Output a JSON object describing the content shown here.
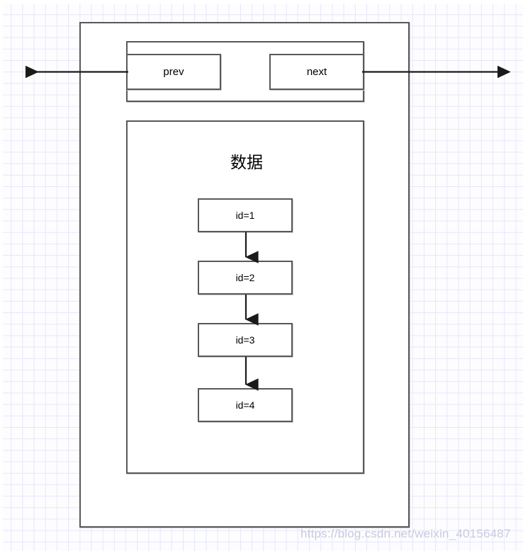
{
  "diagram": {
    "title_note": "linked-list node structure diagram",
    "outer_node": {
      "name": "node"
    },
    "pointer_strip": {
      "name": "pointer-area"
    },
    "pointers": [
      {
        "id": "prev",
        "label": "prev"
      },
      {
        "id": "next",
        "label": "next"
      }
    ],
    "data_section": {
      "label": "数据",
      "items": [
        {
          "label": "id=1"
        },
        {
          "label": "id=2"
        },
        {
          "label": "id=3"
        },
        {
          "label": "id=4"
        }
      ]
    },
    "connectors": [
      {
        "from": "prev",
        "to": "previous-node",
        "direction": "left",
        "icon": "arrow-left-icon"
      },
      {
        "from": "next",
        "to": "next-node",
        "direction": "right",
        "icon": "arrow-right-icon"
      },
      {
        "from": "id=1",
        "to": "id=2",
        "direction": "down",
        "icon": "arrow-down-icon"
      },
      {
        "from": "id=2",
        "to": "id=3",
        "direction": "down",
        "icon": "arrow-down-icon"
      },
      {
        "from": "id=3",
        "to": "id=4",
        "direction": "down",
        "icon": "arrow-down-icon"
      }
    ],
    "colors": {
      "border": "#58585a",
      "text": "#000000",
      "grid": "#e6e6fa",
      "background": "#fdfdff",
      "watermark": "#c9c9e0",
      "arrow": "#1a1a1a"
    }
  },
  "watermark": {
    "text": "https://blog.csdn.net/weixin_40156487"
  }
}
